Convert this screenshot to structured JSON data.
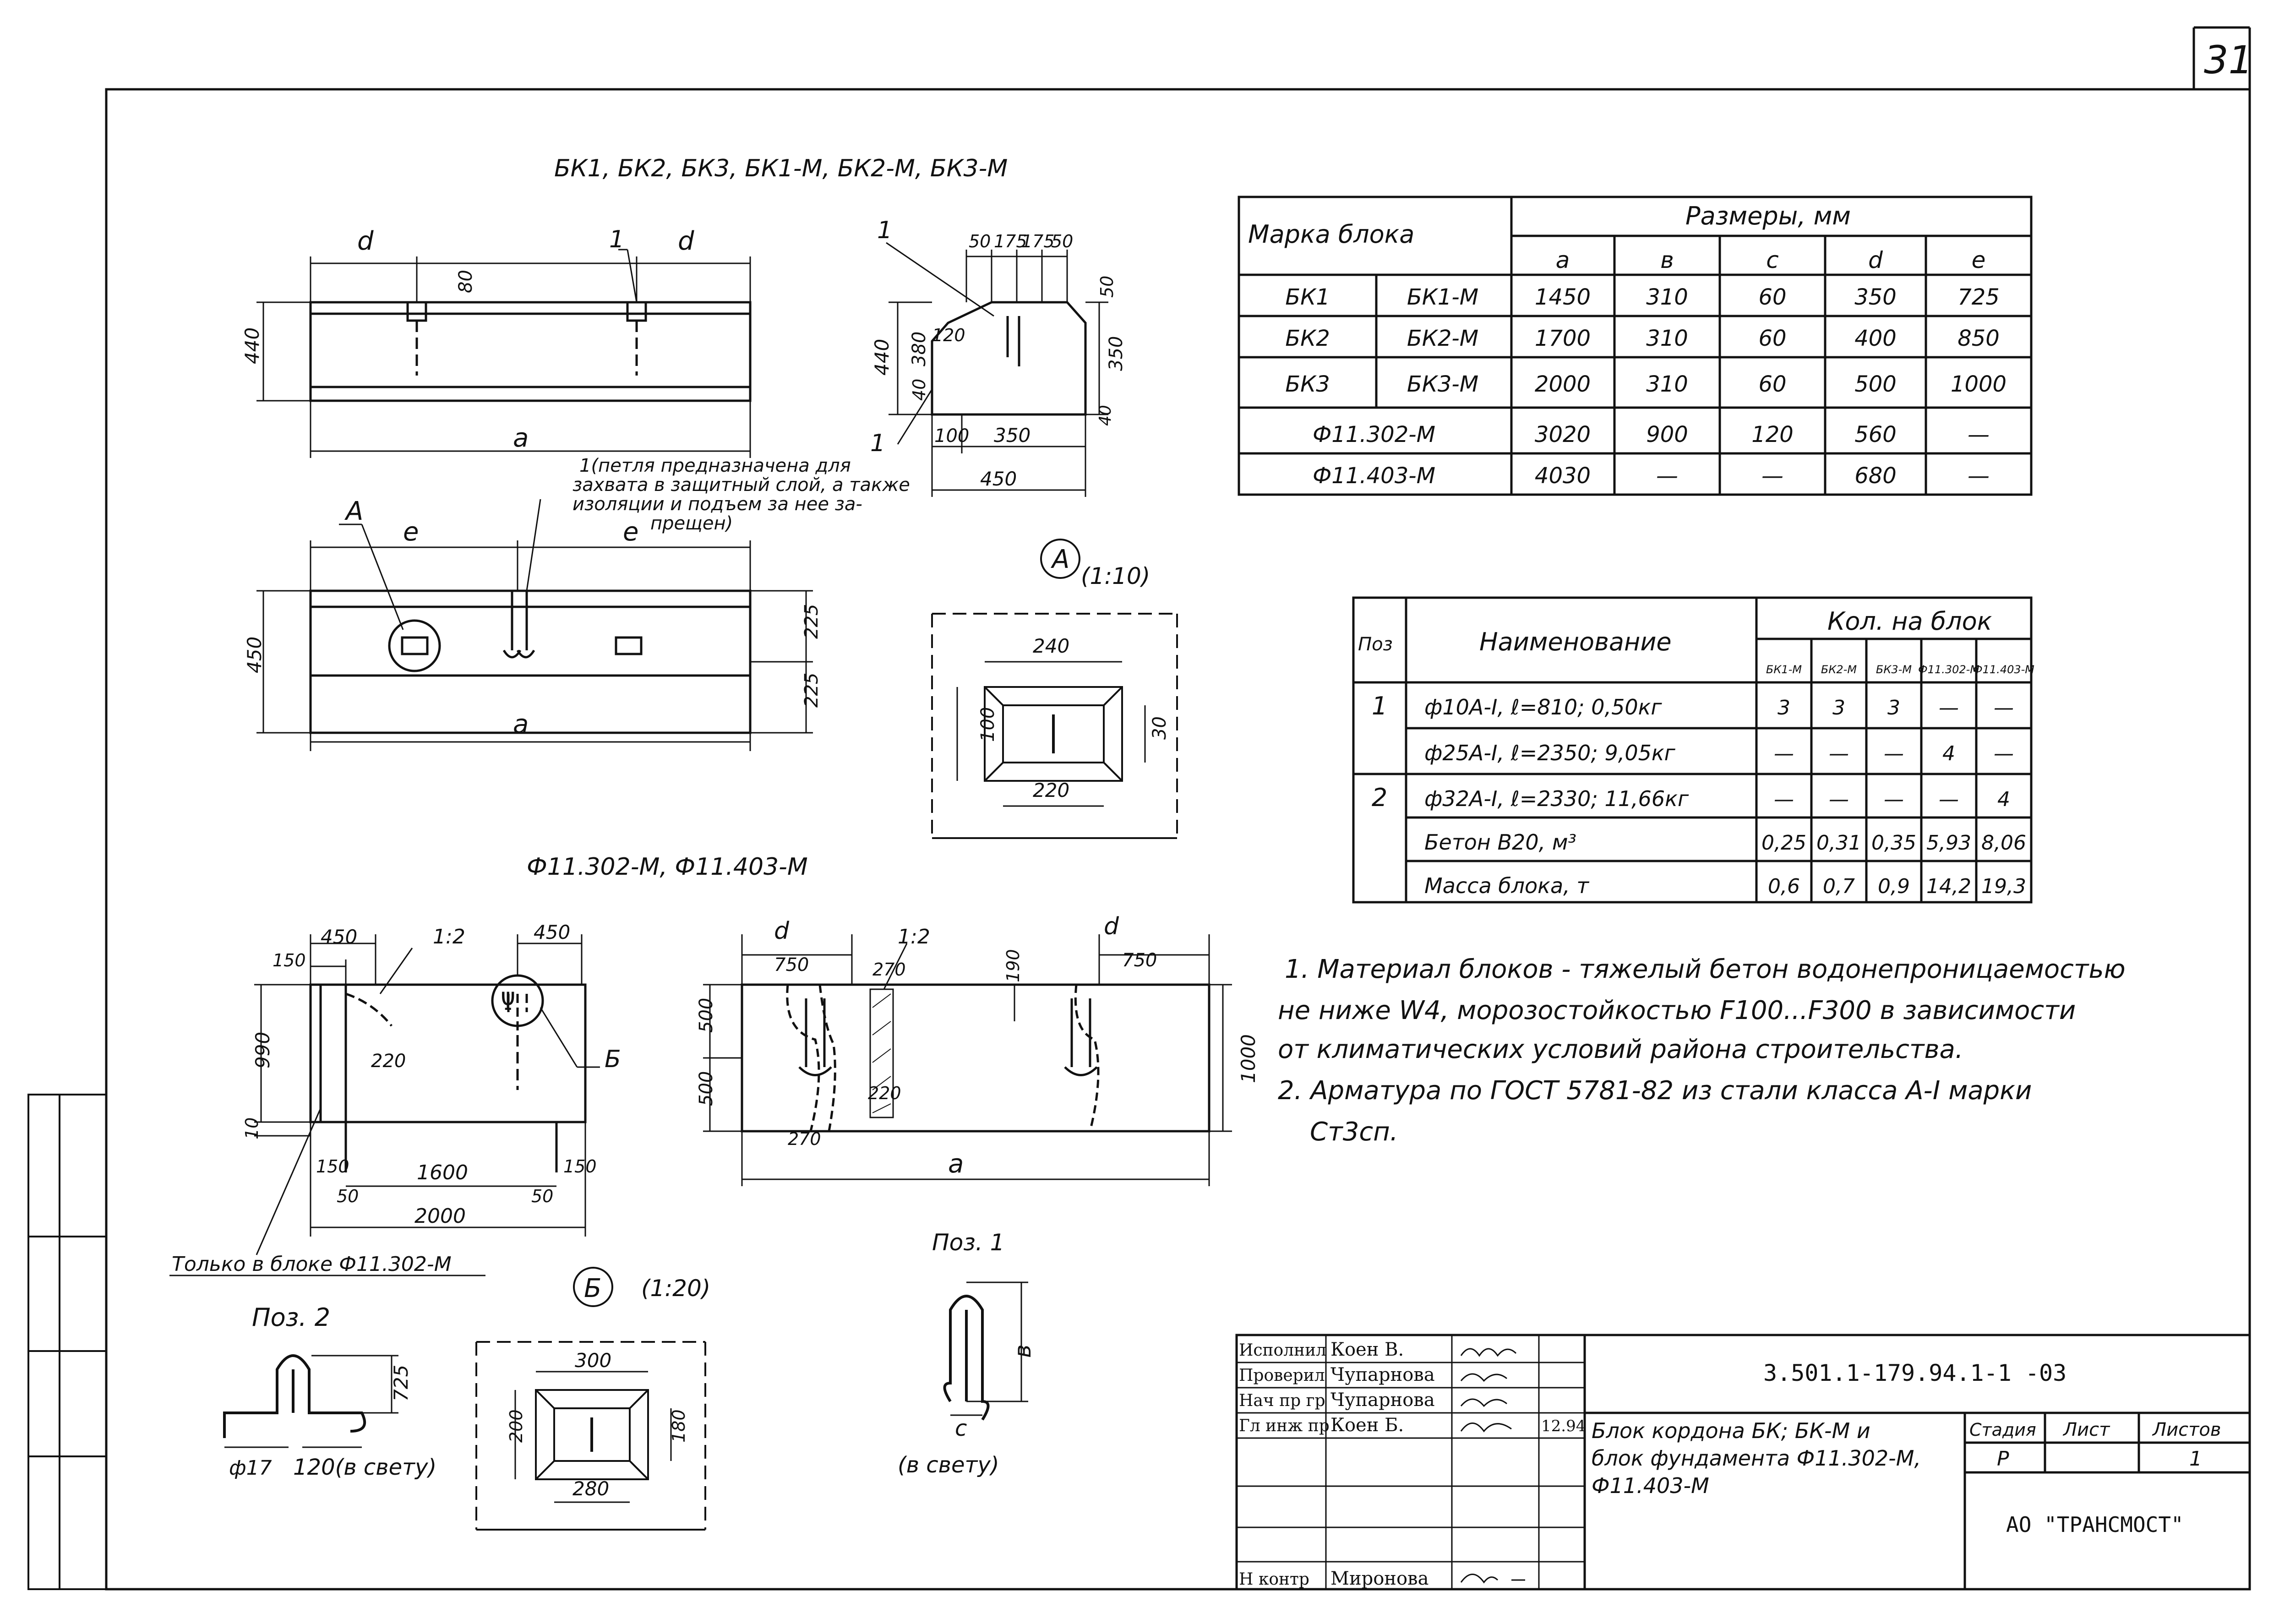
{
  "sheet": {
    "page_number": "31"
  },
  "views": {
    "top_title": "БК1, БК2, БК3, БК1-М, БК2-М, БК3-М",
    "f_title": "Ф11.302-М, Ф11.403-М",
    "detail_a": {
      "label": "А",
      "scale": "(1:10)"
    },
    "detail_b": {
      "label": "Б",
      "scale": "(1:20)"
    },
    "pos1_title": "Поз. 1",
    "pos2_title": "Поз. 2",
    "loop_note": "1(петля предназначена для захвата в защитный слой, а также изоляции и подъем за нее запрещен)",
    "only_note": "Только в блоке Ф11.302-М",
    "pos1_note": "(в свету)"
  },
  "dims": {
    "d": "d",
    "a": "a",
    "e": "e",
    "b": "в",
    "c": "с",
    "ref_1": "1",
    "ref_5": "Б",
    "ratio": "1:2",
    "d80": "80",
    "d440": "440",
    "d50": "50",
    "d175a": "175",
    "d175b": "175",
    "d50b": "50",
    "d380": "380",
    "d120": "120",
    "d40": "40",
    "d350": "350",
    "d100": "100",
    "d450": "450",
    "d225a": "225",
    "d225b": "225",
    "d240": "240",
    "d30": "30",
    "d220": "220",
    "f450a": "450",
    "f450b": "450",
    "f150a": "150",
    "f990": "990",
    "f10": "10",
    "f220": "220",
    "f1600": "1600",
    "f150b": "150",
    "f50a": "50",
    "f50b": "50",
    "f2000": "2000",
    "g750a": "750",
    "g750b": "750",
    "g270a": "270",
    "g190": "190",
    "g500a": "500",
    "g500b": "500",
    "g220": "220",
    "g270b": "270",
    "g1000": "1000",
    "b300": "300",
    "b200": "200",
    "b180": "180",
    "b280": "280",
    "p725": "725",
    "p17": "ф17",
    "p120": "120(в свету)"
  },
  "sizes_table": {
    "header_mark": "Марка блока",
    "header_sizes": "Размеры, мм",
    "columns": [
      "а",
      "в",
      "с",
      "d",
      "е"
    ],
    "rows": [
      [
        "БК1",
        "БК1-М",
        "1450",
        "310",
        "60",
        "350",
        "725"
      ],
      [
        "БК2",
        "БК2-М",
        "1700",
        "310",
        "60",
        "400",
        "850"
      ],
      [
        "БК3",
        "БК3-М",
        "2000",
        "310",
        "60",
        "500",
        "1000"
      ],
      [
        "Ф11.302-М",
        "",
        "3020",
        "900",
        "120",
        "560",
        "—"
      ],
      [
        "Ф11.403-М",
        "",
        "4030",
        "—",
        "—",
        "680",
        "—"
      ]
    ]
  },
  "spec_table": {
    "header_pos": "Поз",
    "header_name": "Наименование",
    "header_qty": "Кол. на блок",
    "columns": [
      "БК1-М",
      "БК2-М",
      "БК3-М",
      "Ф11.302-М",
      "Ф11.403-М"
    ],
    "rows": [
      [
        "1",
        "ф10А-I, ℓ=810; 0,50кг",
        "3",
        "3",
        "3",
        "—",
        "—"
      ],
      [
        "",
        "ф25А-I, ℓ=2350; 9,05кг",
        "—",
        "—",
        "—",
        "4",
        "—"
      ],
      [
        "2",
        "ф32А-I, ℓ=2330; 11,66кг",
        "—",
        "—",
        "—",
        "—",
        "4"
      ],
      [
        "",
        "Бетон В20, м³",
        "0,25",
        "0,31",
        "0,35",
        "5,93",
        "8,06"
      ],
      [
        "",
        "Масса блока, т",
        "0,6",
        "0,7",
        "0,9",
        "14,2",
        "19,3"
      ]
    ]
  },
  "notes": [
    "1. Материал блоков - тяжелый бетон водонепроницаемостью",
    "не ниже W4, морозостойкостью F100...F300 в зависимости",
    "от климатических условий района строительства.",
    "2. Арматура по ГОСТ 5781-82 из стали класса А-I марки",
    "Ст3сп."
  ],
  "title_block": {
    "roles": [
      "Исполнил",
      "Проверил",
      "Нач пр гр",
      "Гл инж пр",
      "",
      "",
      "Н контр"
    ],
    "names": [
      "Коен В.",
      "Чупарнова",
      "Чупарнова",
      "Коен Б.",
      "",
      "",
      "Миронова"
    ],
    "date": "12.94",
    "doc_code": "3.501.1-179.94.1-1 -03",
    "title": "Блок кордона БК; БК-М и блок фундамента Ф11.302-М, Ф11.403-М",
    "stage_label": "Стадия",
    "sheet_label": "Лист",
    "sheets_label": "Листов",
    "stage_value": "Р",
    "sheets_value": "1",
    "org": "АО \"ТРАНСМОСТ\""
  }
}
